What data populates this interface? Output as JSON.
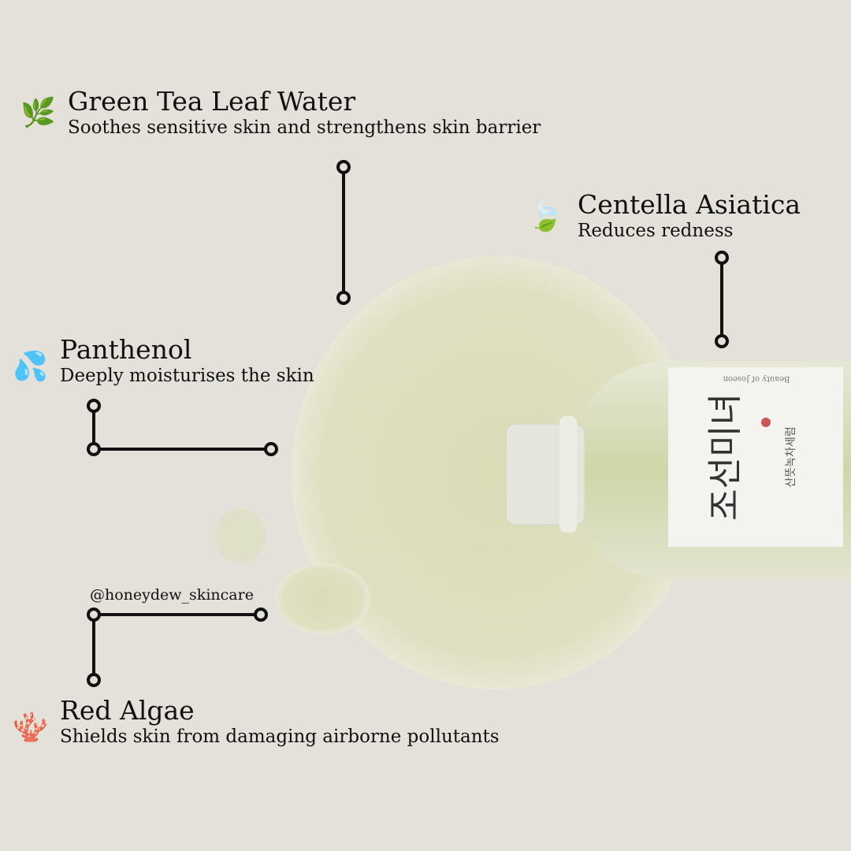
{
  "ingredients": [
    {
      "title": "Green Tea Leaf Water",
      "description": "Soothes sensitive skin and strengthens skin barrier",
      "icon": "herb-icon",
      "glyph": "🌿"
    },
    {
      "title": "Centella Asiatica",
      "description": "Reduces redness",
      "icon": "leaves-icon",
      "glyph": "🍃"
    },
    {
      "title": "Panthenol",
      "description": "Deeply moisturises the skin",
      "icon": "water-drops-icon",
      "glyph": "💦"
    },
    {
      "title": "Red Algae",
      "description": "Shields skin from damaging airborne pollutants",
      "icon": "coral-icon",
      "glyph": "🪸"
    }
  ],
  "handle": "@honeydew_skincare",
  "product_label": {
    "brand": "Beauty of Joseon",
    "korean_logo": "조선미녀",
    "korean_name": "산뜻녹차세럼"
  },
  "colors": {
    "background": "#e3e1d9",
    "serum": "#dedfc0",
    "lines": "#111111"
  }
}
